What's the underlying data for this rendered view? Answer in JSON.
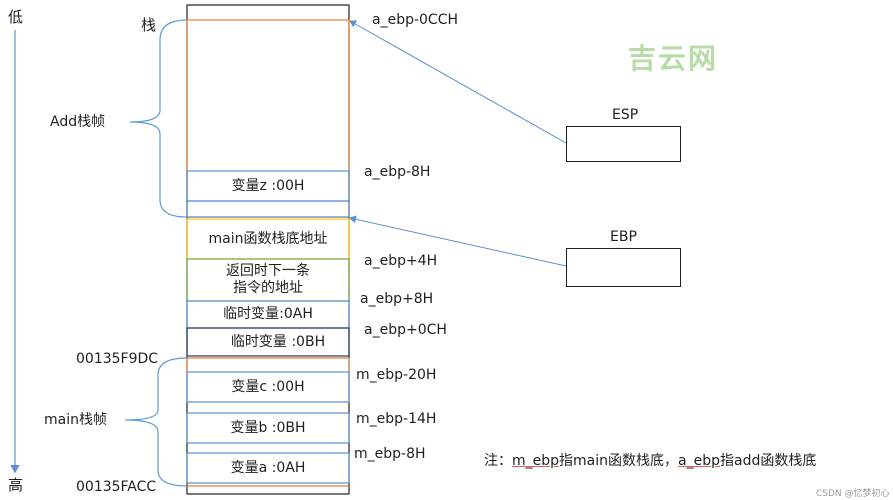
{
  "axis": {
    "low": "低",
    "high": "高"
  },
  "labels": {
    "stack": "栈",
    "add_frame": "Add栈帧",
    "main_frame": "main栈帧",
    "addr_top": "00135F9DC",
    "addr_bottom": "00135FACC"
  },
  "cells": {
    "var_z": "变量z :00H",
    "main_base": "main函数栈底地址",
    "return_addr": "返回时下一条\n指令的地址",
    "temp_a": "临时变量:0AH",
    "temp_b": "临时变量 :0BH",
    "var_c": "变量c :00H",
    "var_b": "变量b :0BH",
    "var_a": "变量a :0AH"
  },
  "offsets": {
    "a_ebp_0cch": "a_ebp-0CCH",
    "a_ebp_8h": "a_ebp-8H",
    "a_ebp_4h": "a_ebp+4H",
    "a_ebp_p8h": "a_ebp+8H",
    "a_ebp_0ch": "a_ebp+0CH",
    "m_ebp_20h": "m_ebp-20H",
    "m_ebp_14h": "m_ebp-14H",
    "m_ebp_8h": "m_ebp-8H"
  },
  "registers": {
    "esp": "ESP",
    "ebp": "EBP"
  },
  "note": {
    "prefix": "注：",
    "m_ebp": "m_ebp",
    "mid": "指main函数栈底，",
    "a_ebp": "a_ebp",
    "suffix": "指add函数栈底"
  },
  "watermark": "吉云网",
  "credit": "CSDN @忆梦初心",
  "colors": {
    "blue": "#5b8ed6",
    "orange": "#ed7d31",
    "green": "#70ad47",
    "yellow": "#ffc000",
    "brace": "#5b9bd5"
  }
}
